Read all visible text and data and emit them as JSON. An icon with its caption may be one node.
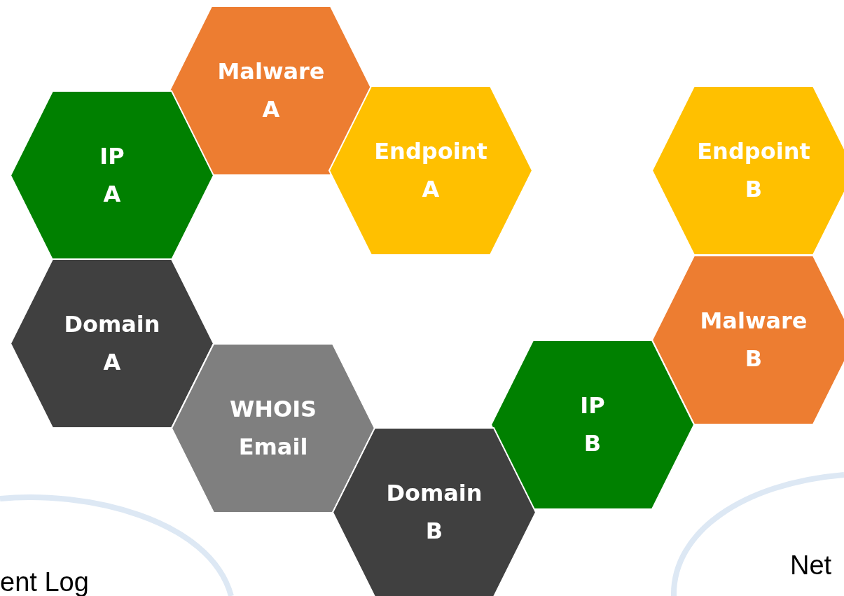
{
  "diagram": {
    "nodes": [
      {
        "text": [
          "Malware A"
        ]
      },
      {
        "text": [
          "IP A"
        ]
      },
      {
        "text": [
          "Endpoint A"
        ]
      },
      {
        "text": [
          "Endpoint B"
        ]
      },
      {
        "text": [
          "Domain A"
        ]
      },
      {
        "text": [
          "Malware B"
        ]
      },
      {
        "text": [
          "WHOIS Email"
        ]
      },
      {
        "text": [
          "IP B"
        ]
      },
      {
        "text": [
          "Domain B"
        ]
      }
    ],
    "labels": [
      "ent Log",
      "Net"
    ]
  }
}
